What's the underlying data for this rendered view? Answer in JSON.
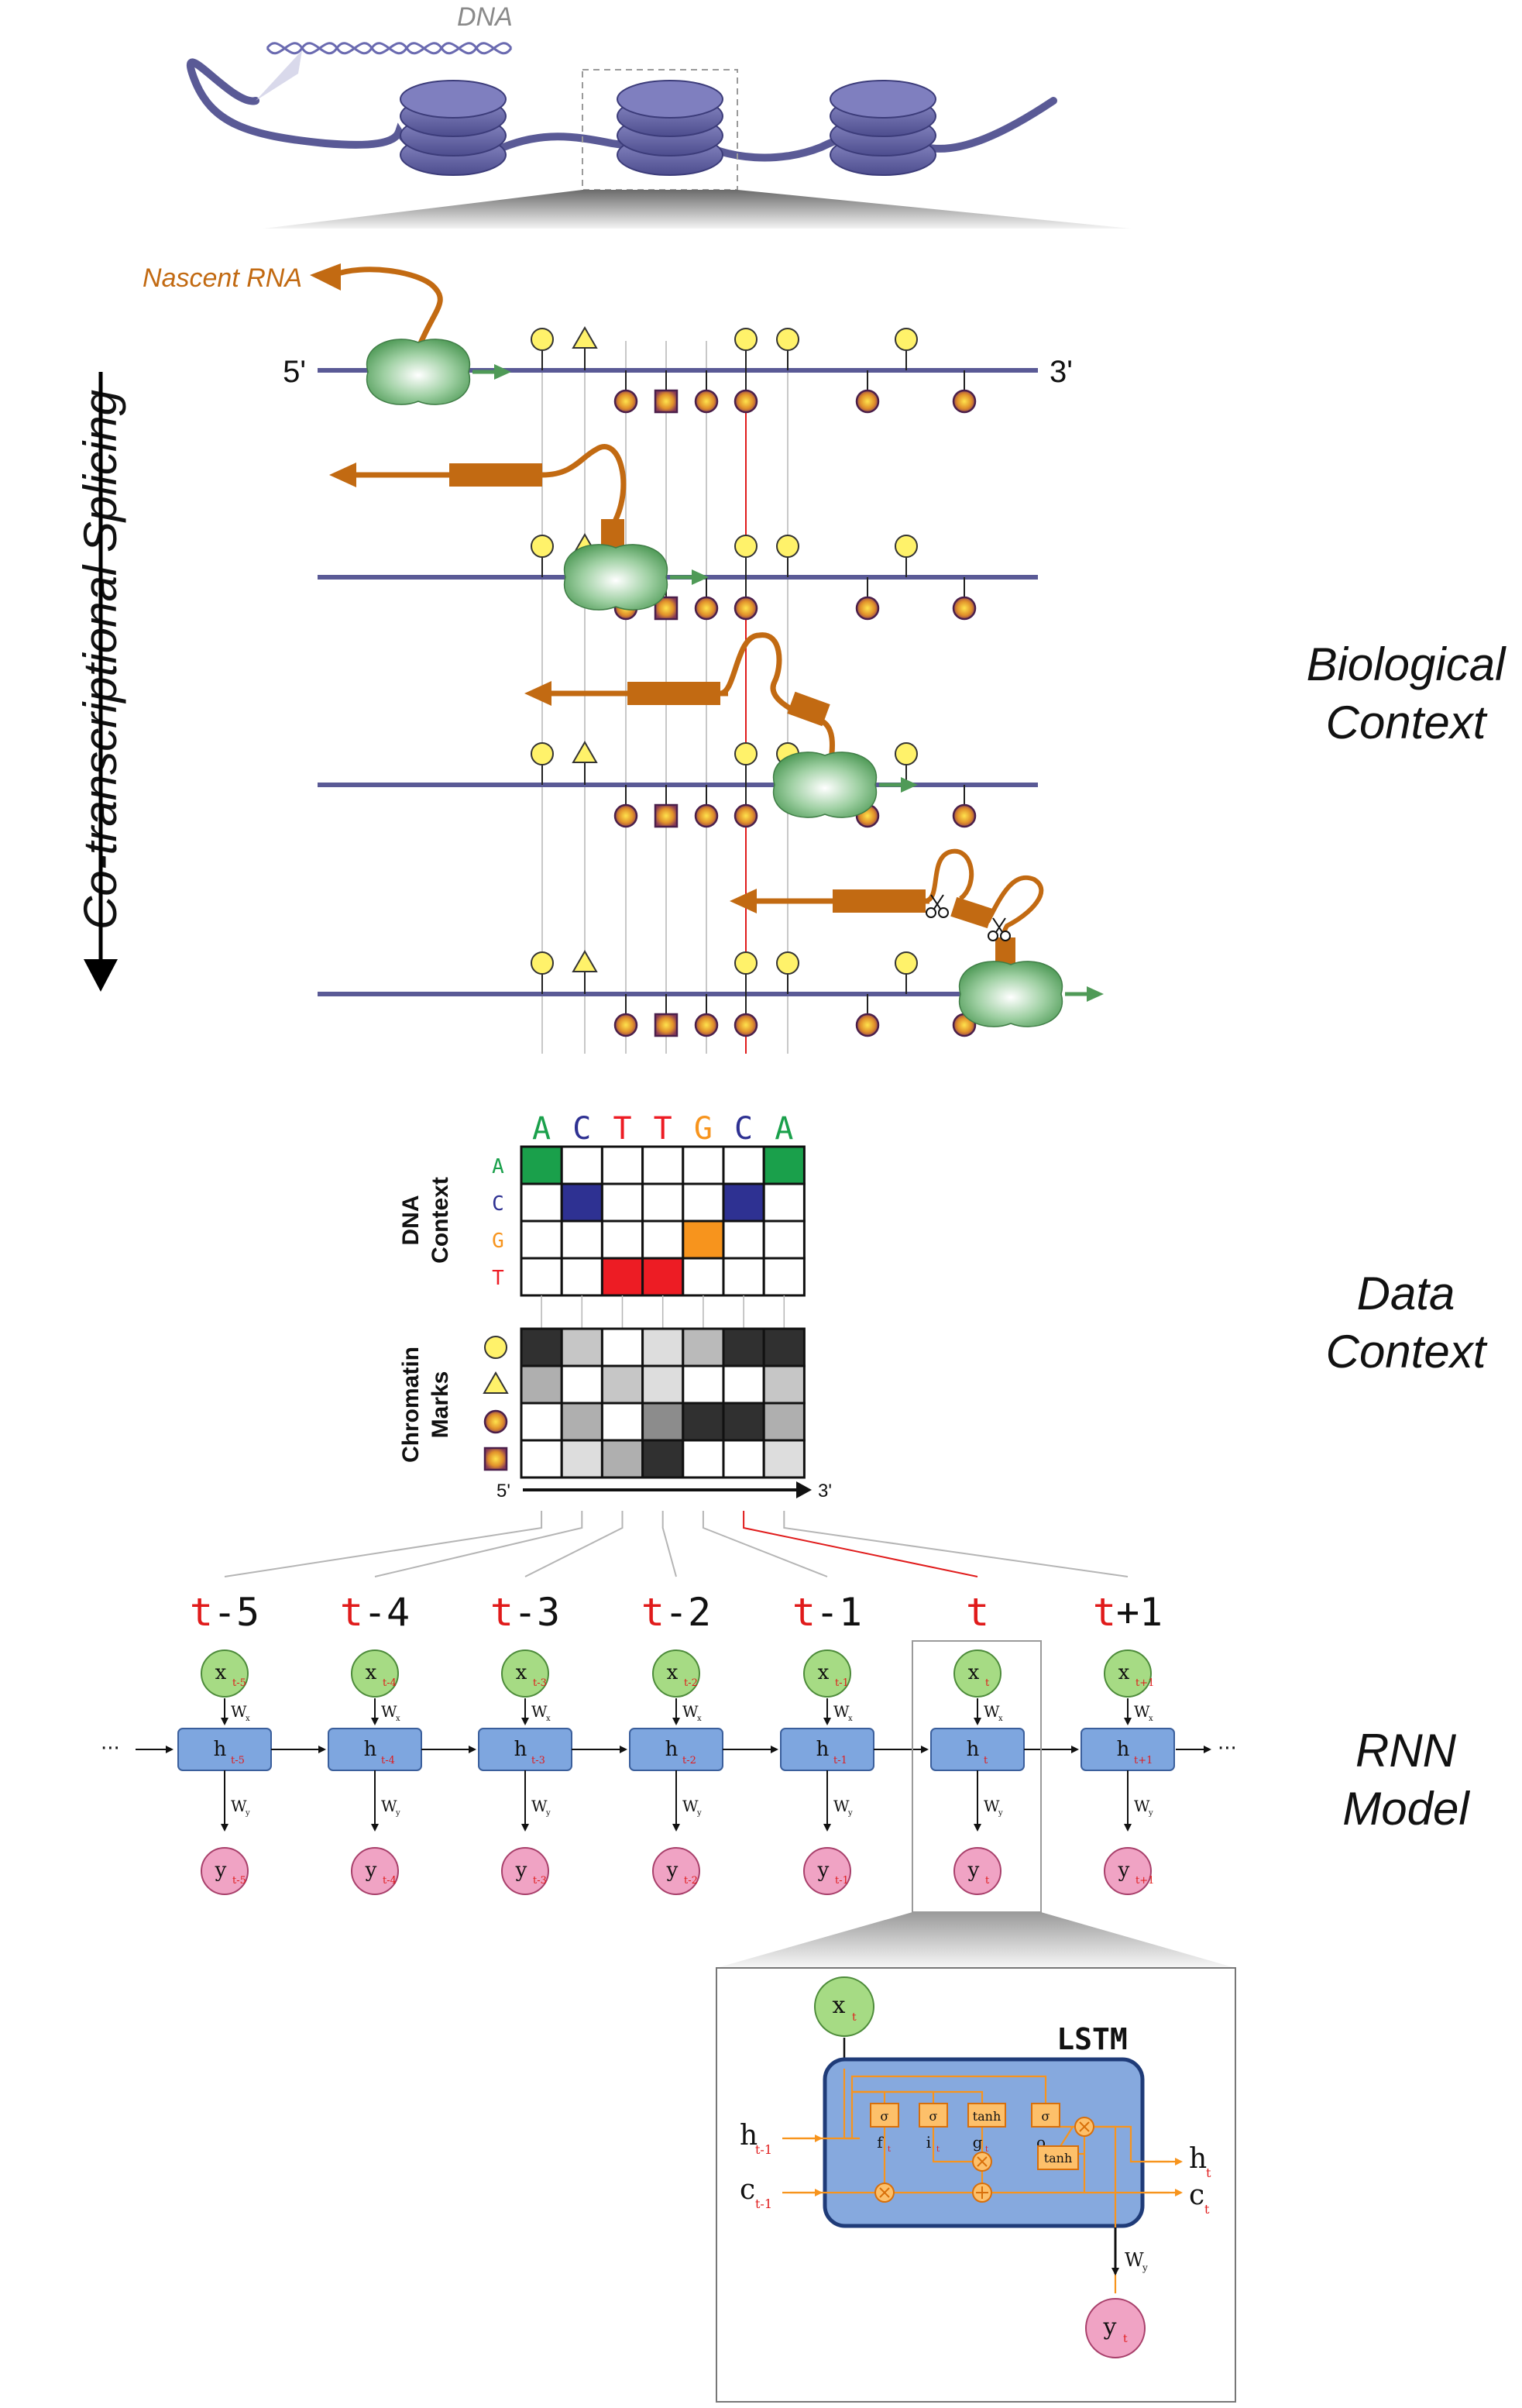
{
  "dna_label": "DNA",
  "nascent_rna_label": "Nascent RNA",
  "five_prime": "5'",
  "three_prime": "3'",
  "side_labels": {
    "splicing": "Co-transcriptional Splicing",
    "bio_1": "Biological",
    "bio_2": "Context",
    "data_1": "Data",
    "data_2": "Context",
    "rnn_1": "RNN",
    "rnn_2": "Model"
  },
  "sequence": [
    "A",
    "C",
    "T",
    "T",
    "G",
    "C",
    "A"
  ],
  "nucleotides": [
    "A",
    "C",
    "G",
    "T"
  ],
  "colors": {
    "A": "#1aa04b",
    "C": "#2e3192",
    "G": "#f7941d",
    "T": "#ed1c24",
    "accent": "#e01b1b",
    "rna": "#c26a12",
    "dna_line": "#5a5a96"
  },
  "onehot": [
    [
      1,
      0,
      0,
      0,
      0,
      0,
      1
    ],
    [
      0,
      1,
      0,
      0,
      0,
      1,
      0
    ],
    [
      0,
      0,
      0,
      0,
      1,
      0,
      0
    ],
    [
      0,
      0,
      1,
      1,
      0,
      0,
      0
    ]
  ],
  "dna_context_label_1": "DNA",
  "dna_context_label_2": "Context",
  "chromatin_label_1": "Chromatin",
  "chromatin_label_2": "Marks",
  "chromatin": [
    [
      0.9,
      0.25,
      0.0,
      0.15,
      0.3,
      0.9,
      0.9
    ],
    [
      0.35,
      0.0,
      0.25,
      0.15,
      0.0,
      0.0,
      0.25
    ],
    [
      0.0,
      0.35,
      0.0,
      0.5,
      0.9,
      0.9,
      0.35
    ],
    [
      0.0,
      0.15,
      0.35,
      0.9,
      0.0,
      0.0,
      0.15
    ]
  ],
  "axis_5": "5'",
  "axis_3": "3'",
  "time_steps": [
    {
      "t": "t",
      "off": "-5",
      "sub": "t-5"
    },
    {
      "t": "t",
      "off": "-4",
      "sub": "t-4"
    },
    {
      "t": "t",
      "off": "-3",
      "sub": "t-3"
    },
    {
      "t": "t",
      "off": "-2",
      "sub": "t-2"
    },
    {
      "t": "t",
      "off": "-1",
      "sub": "t-1"
    },
    {
      "t": "t",
      "off": "",
      "sub": "t"
    },
    {
      "t": "t",
      "off": "+1",
      "sub": "t+1"
    }
  ],
  "rnn": {
    "x": "x",
    "h": "h",
    "y": "y",
    "wx": "W",
    "wx_sub": "x",
    "wy": "W",
    "wy_sub": "y",
    "ellipsis": "···"
  },
  "lstm": {
    "title": "LSTM",
    "gates": [
      "σ",
      "σ",
      "tanh",
      "σ"
    ],
    "gate_labels": [
      [
        "f",
        "t"
      ],
      [
        "i",
        "t"
      ],
      [
        "g",
        "t"
      ],
      [
        "o",
        "t"
      ]
    ],
    "tanh": "tanh",
    "h_prev": [
      "h",
      "t-1"
    ],
    "c_prev": [
      "c",
      "t-1"
    ],
    "h_out": [
      "h",
      "t"
    ],
    "c_out": [
      "c",
      "t"
    ],
    "x_in": [
      "x",
      "t"
    ],
    "y_out": [
      "y",
      "t"
    ],
    "wx": [
      "W",
      "x"
    ],
    "wy": [
      "W",
      "y"
    ]
  }
}
